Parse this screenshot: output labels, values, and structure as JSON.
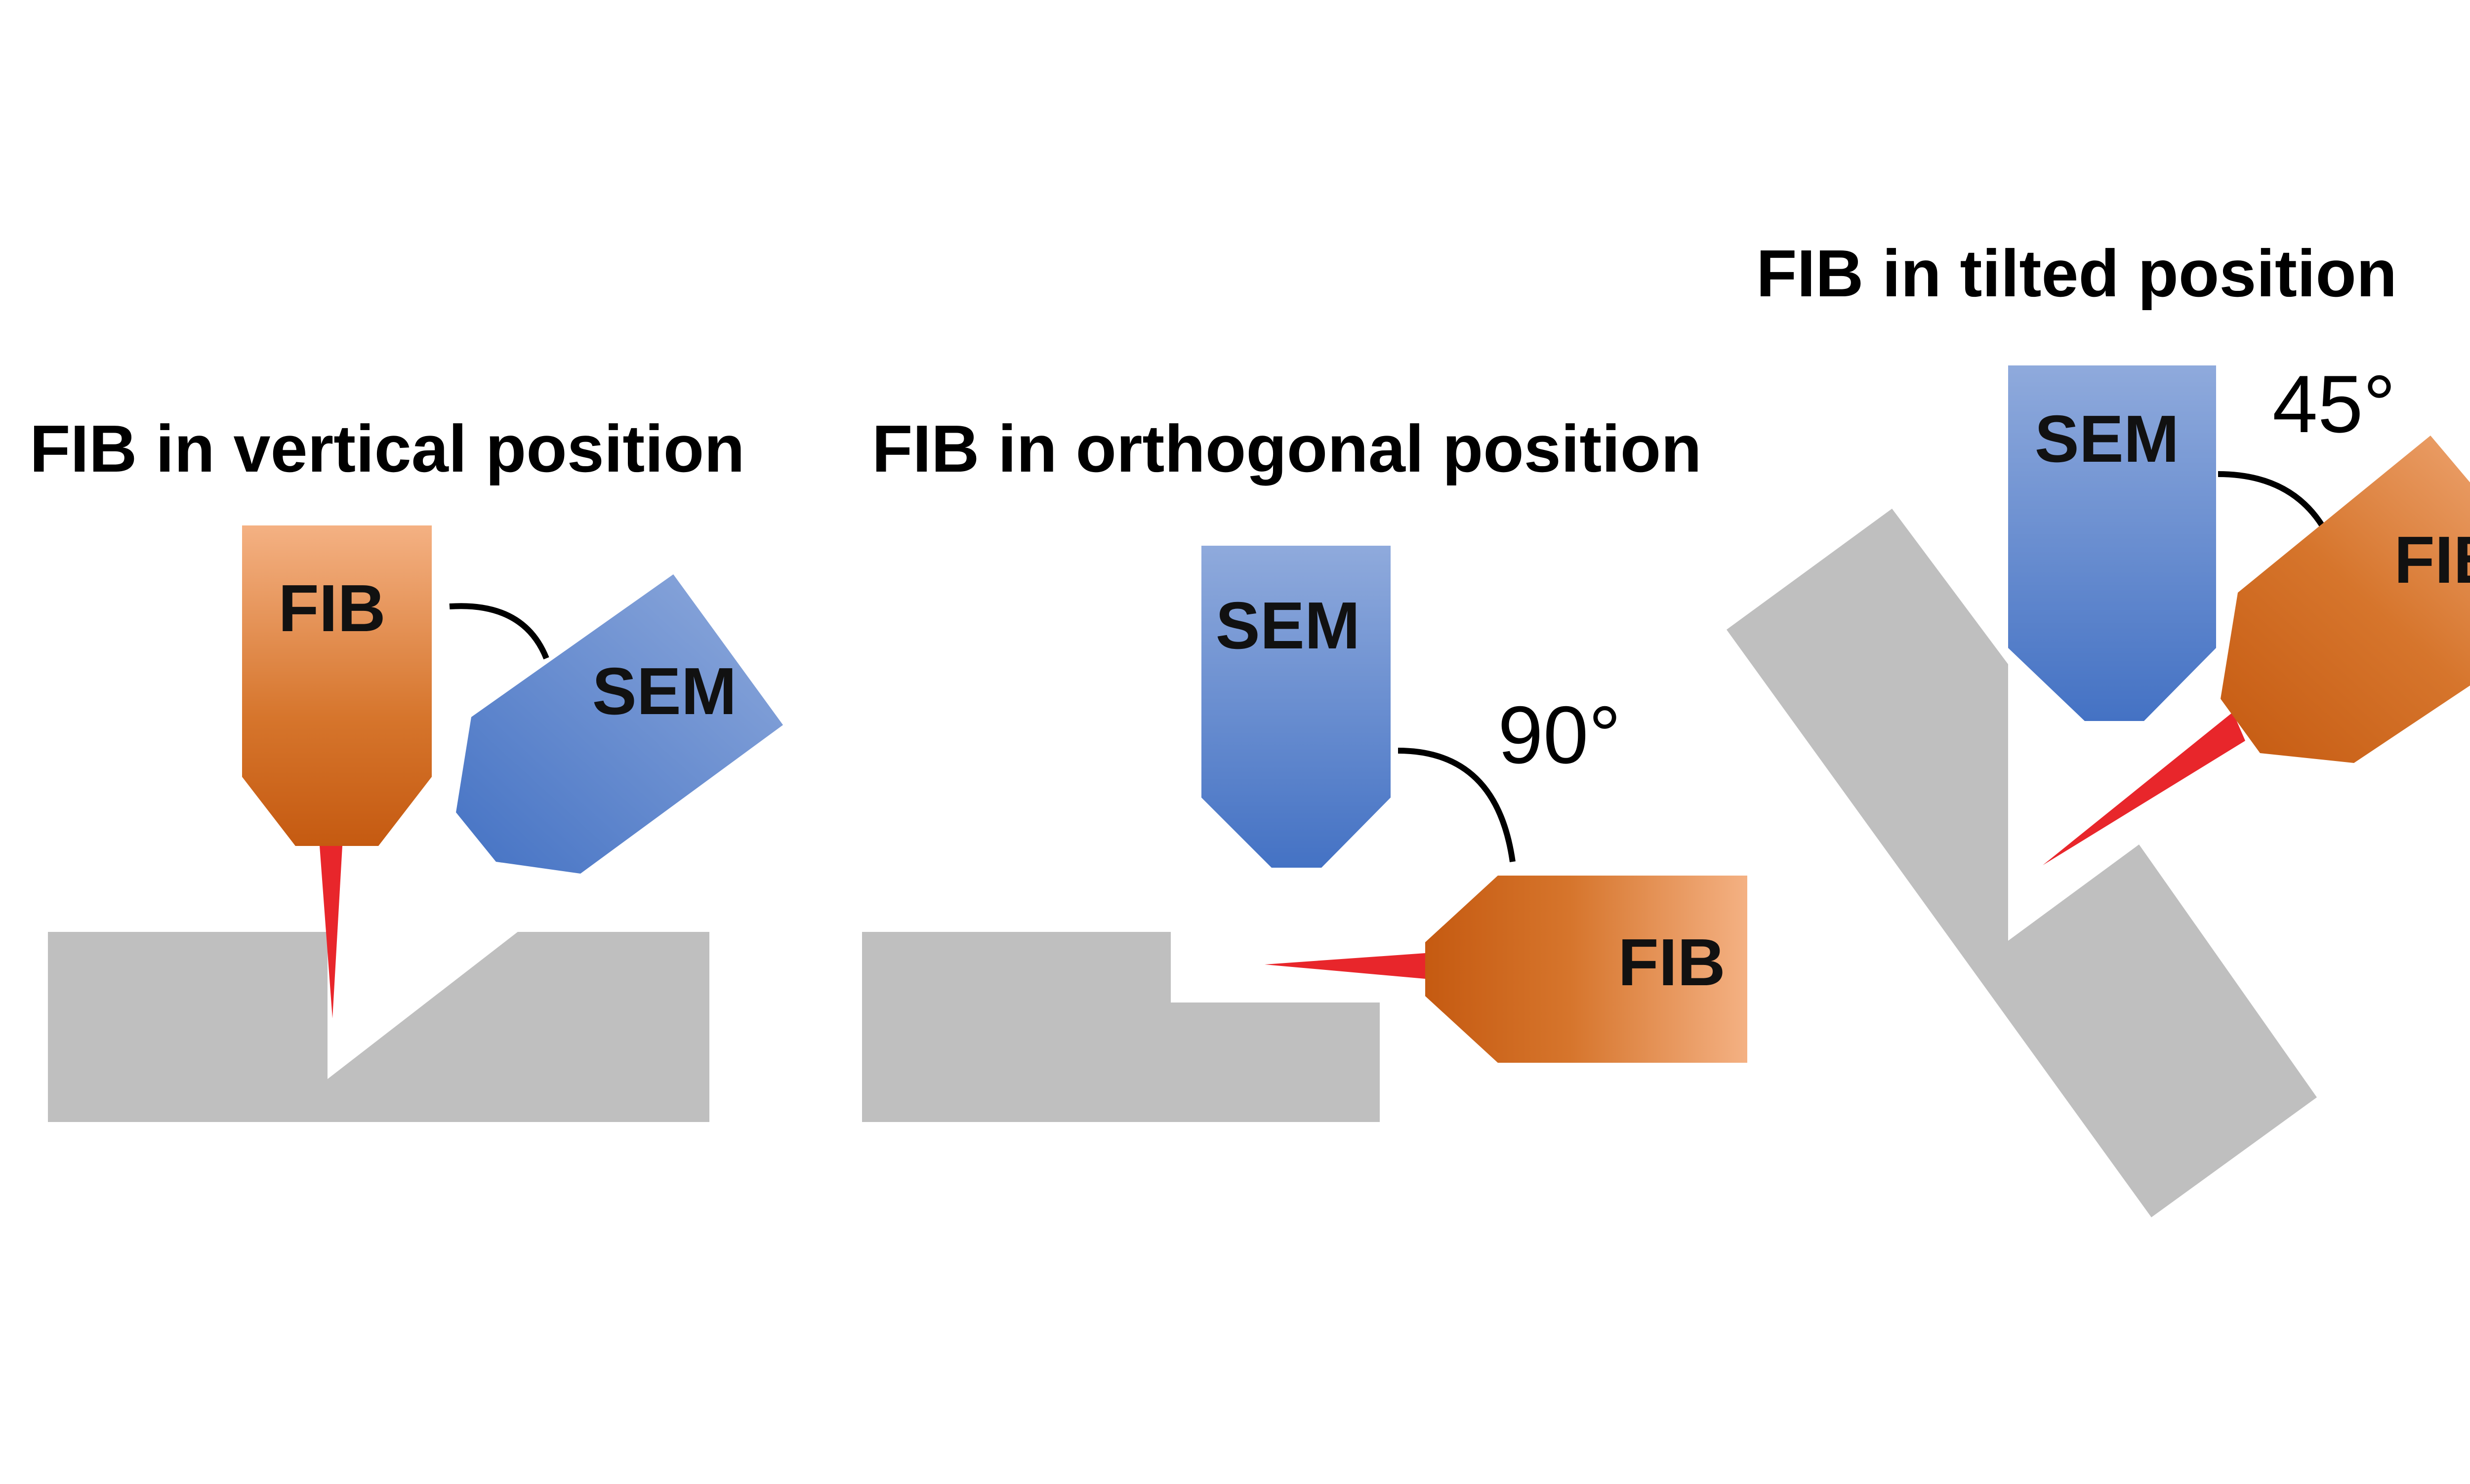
{
  "panels": {
    "vertical": {
      "title": "FIB in vertical position",
      "fib_label": "FIB",
      "sem_label": "SEM"
    },
    "orthogonal": {
      "title": "FIB in orthogonal position",
      "sem_label": "SEM",
      "fib_label": "FIB",
      "angle_label": "90°"
    },
    "tilted": {
      "title": "FIB in tilted position",
      "sem_label": "SEM",
      "fib_label": "FIB",
      "angle_label": "45°"
    }
  },
  "colors": {
    "sample": "#bfbfbf",
    "fib_light": "#f4b183",
    "fib_dark": "#c55a11",
    "sem_light": "#8faadc",
    "sem_dark": "#4472c4",
    "beam": "#e8262b",
    "arc": "#000000"
  }
}
